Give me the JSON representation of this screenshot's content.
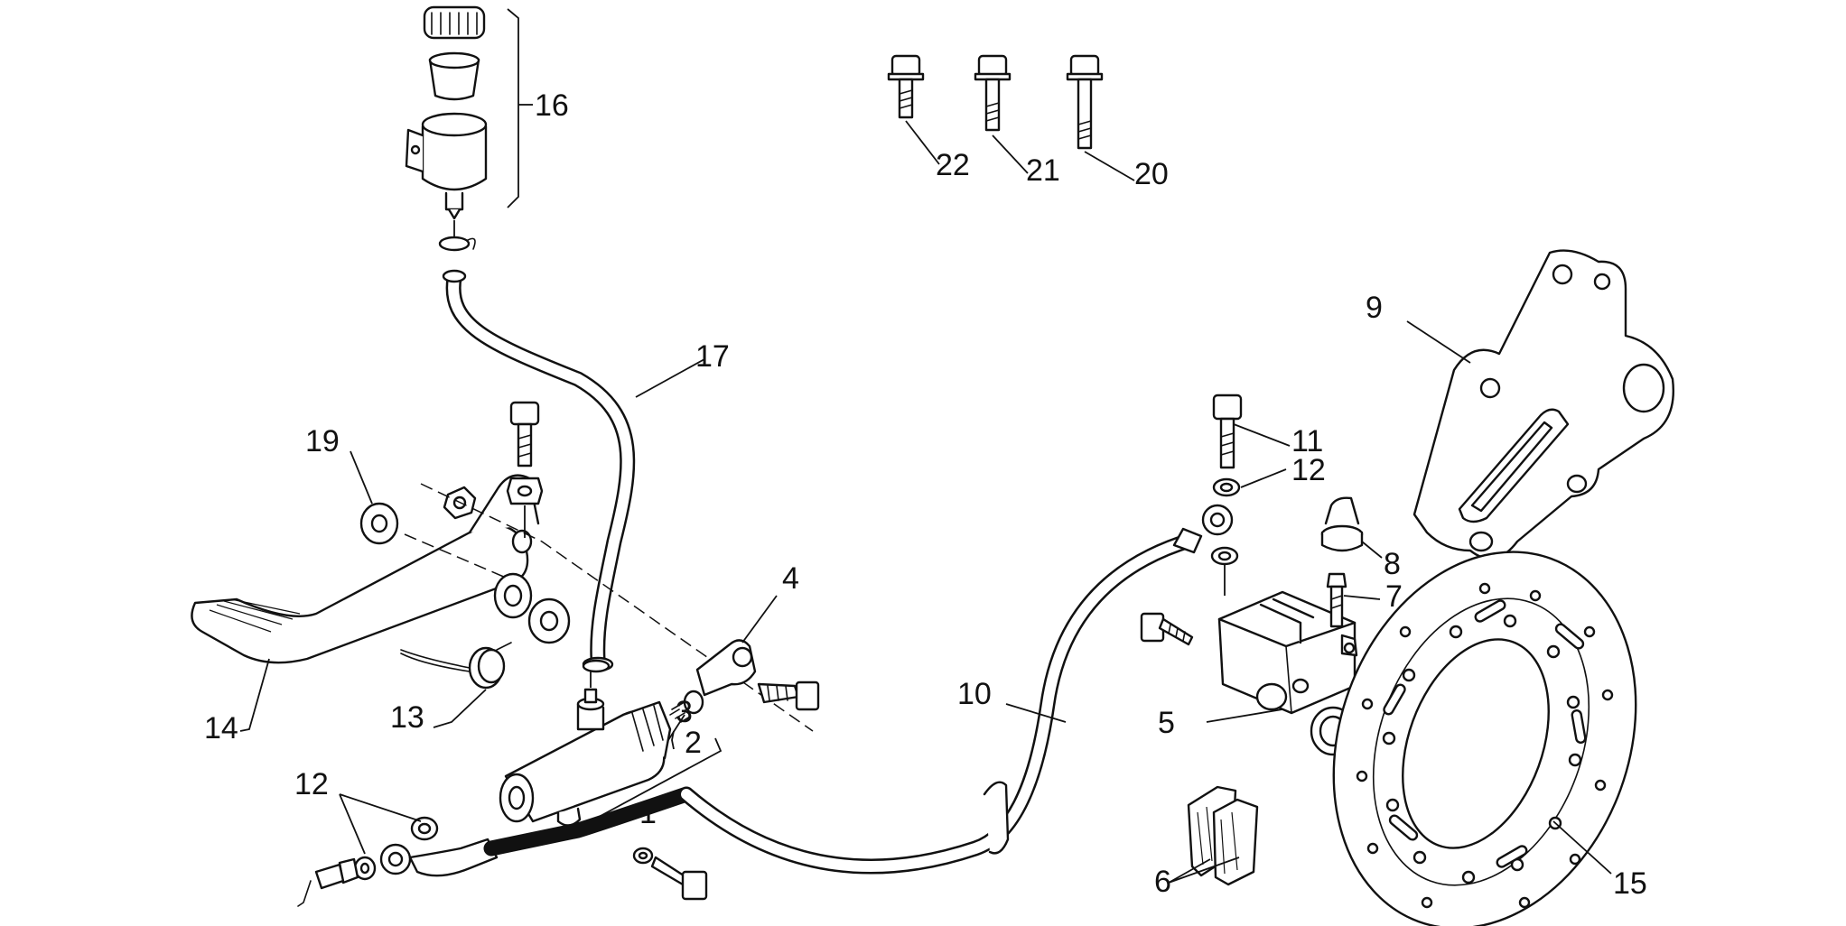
{
  "callouts": {
    "c1": "1",
    "c2": "2",
    "c3": "3",
    "c4": "4",
    "c5": "5",
    "c6": "6",
    "c7": "7",
    "c8": "8",
    "c9": "9",
    "c10": "10",
    "c11": "11",
    "c12a": "12",
    "c12b": "12",
    "c13": "13",
    "c14": "14",
    "c15": "15",
    "c16": "16",
    "c17": "17",
    "c19": "19",
    "c20": "20",
    "c21": "21",
    "c22": "22"
  }
}
